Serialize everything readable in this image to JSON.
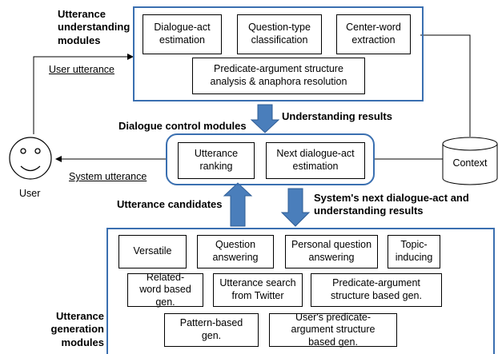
{
  "understanding": {
    "title": "Utterance understanding modules",
    "modules": [
      "Dialogue-act estimation",
      "Question-type classification",
      "Center-word extraction",
      "Predicate-argument structure analysis & anaphora resolution"
    ]
  },
  "control": {
    "title": "Dialogue control modules",
    "modules": [
      "Utterance ranking",
      "Next dialogue-act estimation"
    ]
  },
  "generation": {
    "title": "Utterance generation modules",
    "modules": [
      "Versatile",
      "Question answering",
      "Personal question answering",
      "Topic-inducing",
      "Related-word based gen.",
      "Utterance search from Twitter",
      "Predicate-argument structure based gen.",
      "Pattern-based gen.",
      "User's predicate-argument structure based gen."
    ]
  },
  "flows": {
    "user_utterance": "User utterance",
    "system_utterance": "System utterance",
    "understanding_results": "Understanding results",
    "utterance_candidates": "Utterance candidates",
    "next_act": "System's next dialogue-act and understanding results"
  },
  "actors": {
    "user": "User",
    "context": "Context"
  },
  "colors": {
    "panel_border": "#3a6fb0",
    "arrow_fill": "#4a7ebb"
  }
}
